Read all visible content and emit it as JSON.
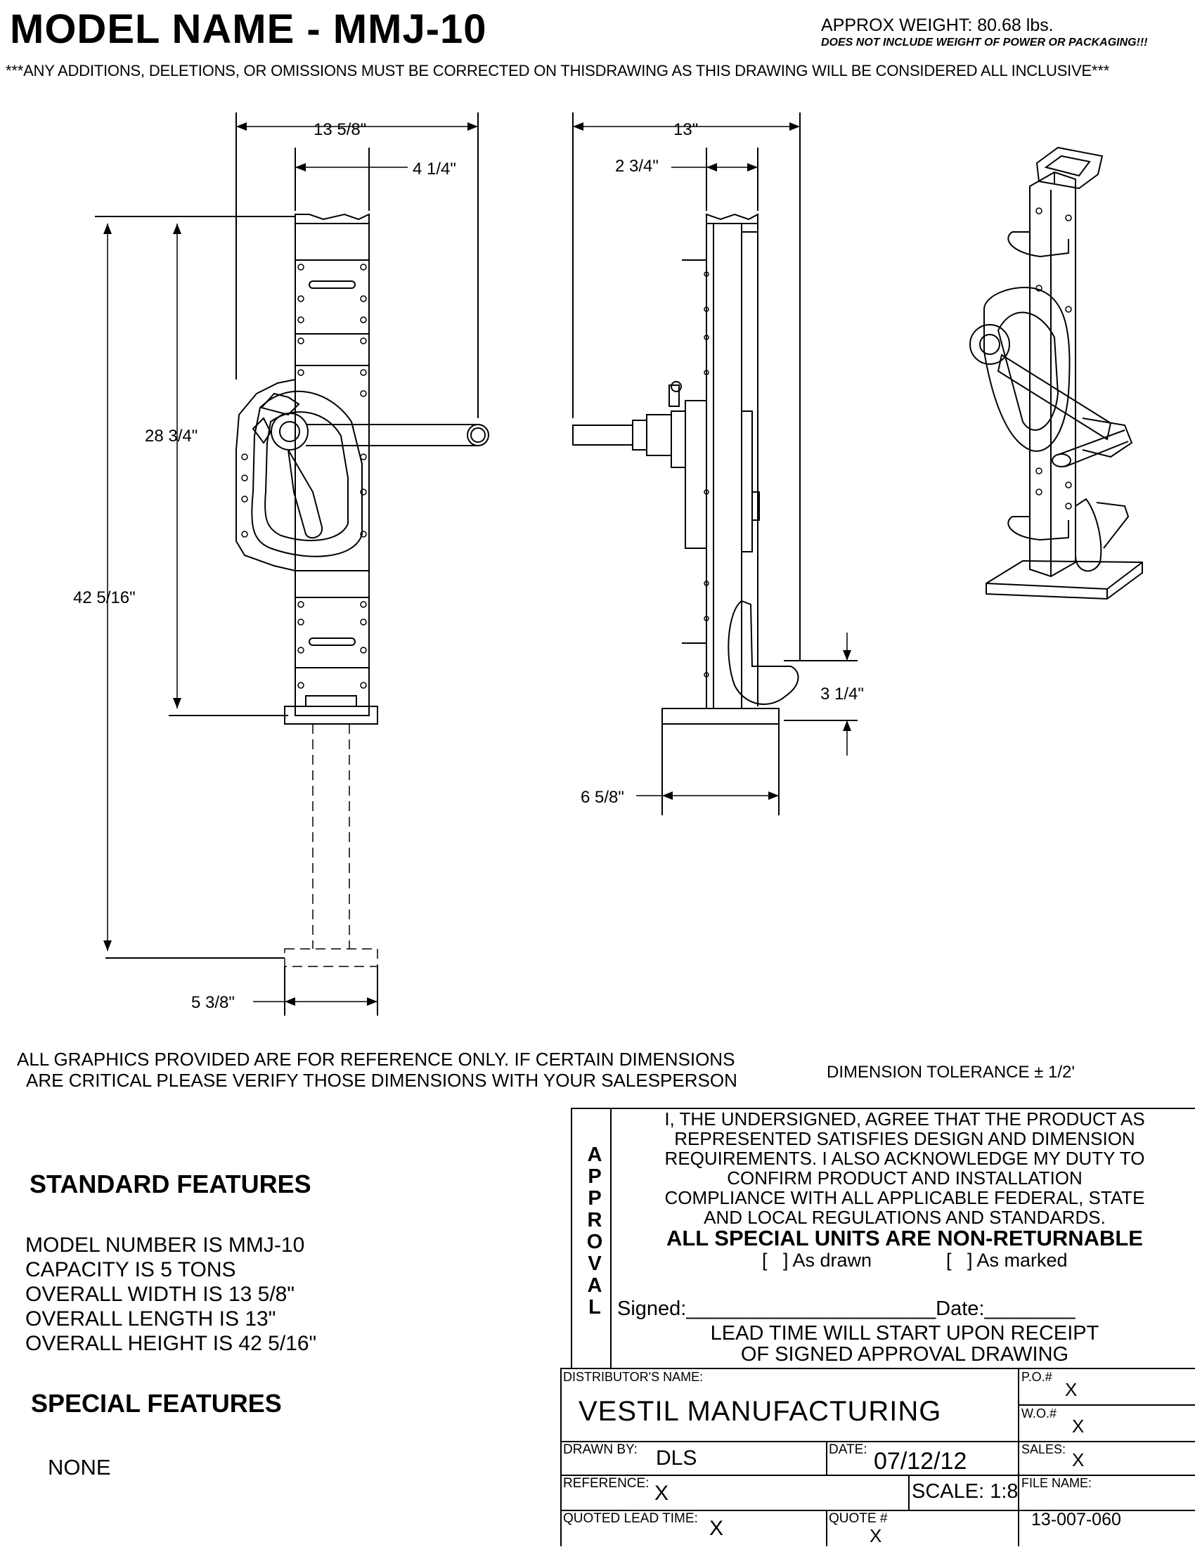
{
  "header": {
    "model_title": "MODEL NAME -  MMJ-10",
    "weight": "APPROX WEIGHT: 80.68 lbs.",
    "weight_note": "DOES NOT INCLUDE WEIGHT OF POWER OR PACKAGING!!!",
    "disclaimer": "***ANY ADDITIONS, DELETIONS, OR OMISSIONS MUST BE CORRECTED ON THISDRAWING AS THIS DRAWING WILL BE CONSIDERED ALL INCLUSIVE***"
  },
  "dimensions": {
    "front_width": "13 5/8\"",
    "front_top_width": "4 1/4\"",
    "front_height_lowered": "28 3/4\"",
    "front_height_raised": "42 5/16\"",
    "front_base_width": "5 3/8\"",
    "side_length": "13\"",
    "side_top": "2 3/4\"",
    "side_toe_height": "3 1/4\"",
    "side_base": "6 5/8\""
  },
  "notes": {
    "reference": "ALL GRAPHICS PROVIDED ARE FOR REFERENCE ONLY. IF CERTAIN DIMENSIONS\n  ARE CRITICAL PLEASE VERIFY THOSE DIMENSIONS WITH YOUR SALESPERSON",
    "tolerance": "DIMENSION TOLERANCE ± 1/2'"
  },
  "standard_features": {
    "heading": "STANDARD FEATURES",
    "items": [
      "MODEL NUMBER IS  MMJ-10",
      "CAPACITY IS 5 TONS",
      "OVERALL WIDTH IS 13 5/8\"",
      "OVERALL LENGTH IS 13\"",
      "OVERALL HEIGHT IS 42 5/16\""
    ]
  },
  "special_features": {
    "heading": "SPECIAL FEATURES",
    "value": "NONE"
  },
  "approval": {
    "side_letters": [
      "A",
      "P",
      "P",
      "R",
      "O",
      "V",
      "A",
      "L"
    ],
    "statement_lines": [
      "I, THE UNDERSIGNED, AGREE THAT THE PRODUCT AS",
      "REPRESENTED SATISFIES DESIGN AND DIMENSION",
      "REQUIREMENTS.  I ALSO ACKNOWLEDGE MY DUTY TO",
      "CONFIRM PRODUCT AND INSTALLATION",
      "COMPLIANCE WITH ALL APPLICABLE FEDERAL, STATE",
      "AND LOCAL REGULATIONS AND STANDARDS."
    ],
    "non_returnable": "ALL SPECIAL UNITS ARE NON-RETURNABLE",
    "as_drawn": "[   ] As drawn",
    "as_marked": "[   ] As marked",
    "signed_line": "Signed:______________________Date:________",
    "lead_time_lines": [
      "LEAD TIME WILL START UPON RECEIPT",
      "OF SIGNED APPROVAL DRAWING"
    ]
  },
  "title_block": {
    "distributor_label": "DISTRIBUTOR'S NAME:",
    "distributor_value": "VESTIL MANUFACTURING",
    "po_label": "P.O.#",
    "po_value": "X",
    "wo_label": "W.O.#",
    "wo_value": "X",
    "drawn_by_label": "DRAWN BY:",
    "drawn_by_value": "DLS",
    "date_label": "DATE:",
    "date_value": "07/12/12",
    "sales_label": "SALES:",
    "sales_value": "X",
    "reference_label": "REFERENCE:",
    "reference_value": "X",
    "scale": "SCALE: 1:8",
    "file_name_label": "FILE NAME:",
    "file_name_value": "13-007-060",
    "quoted_lead_label": "QUOTED LEAD TIME:",
    "quoted_lead_value": "X",
    "quote_label": "QUOTE #",
    "quote_value": "X"
  }
}
